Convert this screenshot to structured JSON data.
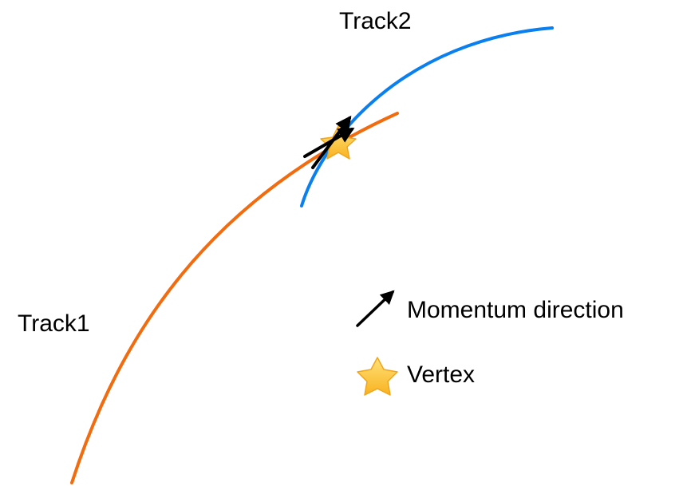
{
  "labels": {
    "track1": "Track1",
    "track2": "Track2"
  },
  "legend": {
    "momentum": "Momentum direction",
    "vertex": "Vertex"
  },
  "colors": {
    "track1": "#f26c0f",
    "track2": "#0a7ff0",
    "arrow": "#000000",
    "star_fill": "#ffd64a",
    "star_stroke": "#f2a51a"
  },
  "icons": {
    "arrow": "arrow-icon",
    "star": "star-icon"
  }
}
